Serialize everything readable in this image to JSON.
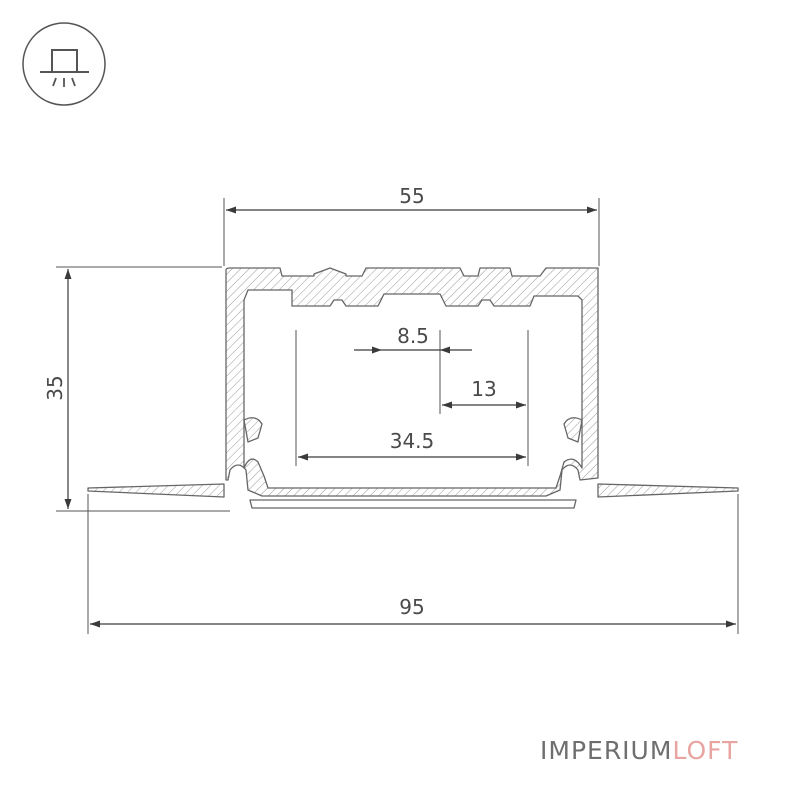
{
  "mounting_icon": "recessed-ceiling-light-icon",
  "dimensions": {
    "top_width": "55",
    "height": "35",
    "slot_width": "8.5",
    "side_offset": "13",
    "inner_width": "34.5",
    "total_width": "95"
  },
  "brand": {
    "part1": "IMPERIUM",
    "part2": "LOFT",
    "color_main": "#6f6f6f",
    "color_accent": "#e8a4a0"
  }
}
